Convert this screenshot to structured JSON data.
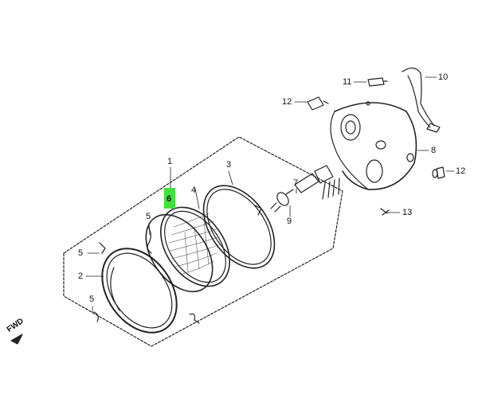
{
  "diagram": {
    "fwd_label": "FWD",
    "parts": [
      {
        "id": "1",
        "label": "1"
      },
      {
        "id": "2",
        "label": "2"
      },
      {
        "id": "3",
        "label": "3"
      },
      {
        "id": "4",
        "label": "4"
      },
      {
        "id": "5a",
        "label": "5"
      },
      {
        "id": "5b",
        "label": "5"
      },
      {
        "id": "5c",
        "label": "5"
      },
      {
        "id": "6",
        "label": "6",
        "highlighted": true
      },
      {
        "id": "7",
        "label": "7"
      },
      {
        "id": "8",
        "label": "8"
      },
      {
        "id": "9",
        "label": "9"
      },
      {
        "id": "10",
        "label": "10"
      },
      {
        "id": "11",
        "label": "11"
      },
      {
        "id": "12a",
        "label": "12"
      },
      {
        "id": "12b",
        "label": "12"
      },
      {
        "id": "13",
        "label": "13"
      }
    ],
    "highlight_color": "#3fe13a"
  }
}
